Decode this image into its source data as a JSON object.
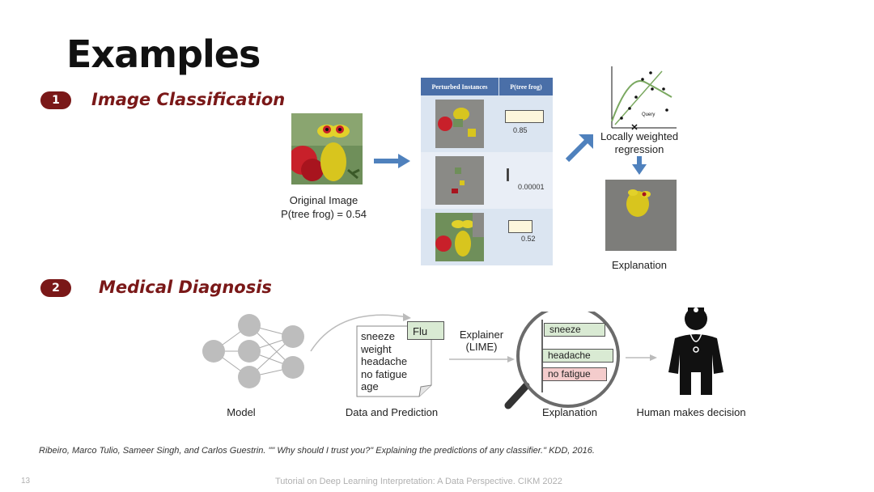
{
  "slide": {
    "title": "Examples",
    "sections": [
      {
        "number": "1",
        "label": "Image Classification"
      },
      {
        "number": "2",
        "label": "Medical Diagnosis"
      }
    ],
    "citation": "Ribeiro, Marco Tulio, Sameer Singh, and Carlos Guestrin. \"\" Why should I trust you?\" Explaining the predictions of any classifier.\" KDD, 2016.",
    "footer": "Tutorial on Deep Learning Interpretation: A Data Perspective. CIKM 2022",
    "page_number": "13"
  },
  "image_classification": {
    "original_caption": "Original Image",
    "original_prob": "P(tree frog)  = 0.54",
    "table_headers": [
      "Perturbed Instances",
      "P(tree frog)"
    ],
    "rows": [
      {
        "value": "0.85",
        "bar_fraction": 0.85
      },
      {
        "value": "0.00001",
        "bar_fraction": 1e-05
      },
      {
        "value": "0.52",
        "bar_fraction": 0.52
      }
    ],
    "regression_label": "Locally weighted\nregression",
    "query_label": "Query",
    "explanation_label": "Explanation"
  },
  "medical_diagnosis": {
    "model_label": "Model",
    "data_items": [
      "sneeze",
      "weight",
      "headache",
      "no fatigue",
      "age"
    ],
    "prediction": "Flu",
    "data_label": "Data and Prediction",
    "explainer_label": "Explainer\n(LIME)",
    "explanation_features": [
      {
        "label": "sneeze",
        "color": "#d9ead3"
      },
      {
        "label": "headache",
        "color": "#d9ead3"
      },
      {
        "label": "no fatigue",
        "color": "#f4cccc"
      }
    ],
    "explanation_label": "Explanation",
    "human_label": "Human makes decision"
  },
  "colors": {
    "accent": "#7a1818",
    "arrow_blue": "#4f81bd",
    "table_header": "#4a6fa8",
    "node_gray": "#bdbdbd"
  }
}
